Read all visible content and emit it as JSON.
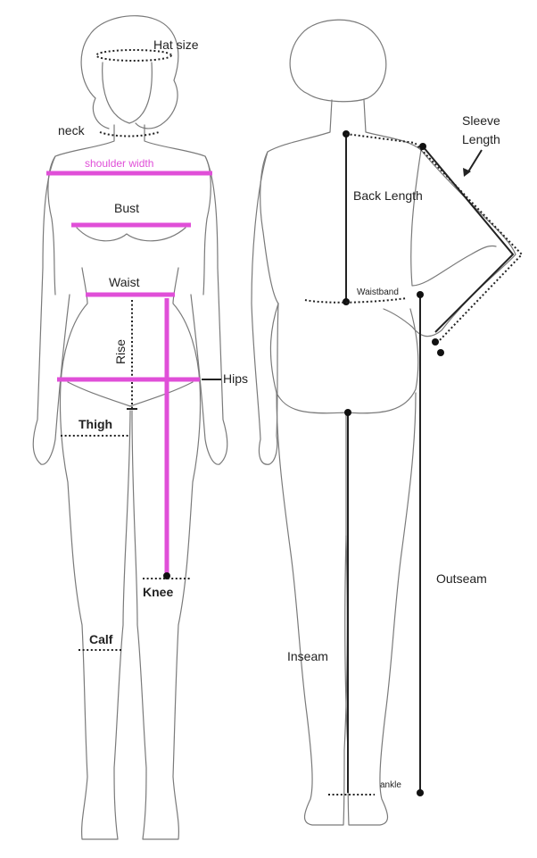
{
  "colors": {
    "accent": "#e04fd8",
    "line": "#222222",
    "outline": "#7a7a7a"
  },
  "labels": {
    "hat_size": "Hat size",
    "neck": "neck",
    "shoulder_width": "shoulder width",
    "bust": "Bust",
    "waist": "Waist",
    "rise": "Rise",
    "hips": "Hips",
    "thigh": "Thigh",
    "knee": "Knee",
    "calf": "Calf",
    "sleeve_length_1": "Sleeve",
    "sleeve_length_2": "Length",
    "back_length": "Back Length",
    "waistband": "Waistband",
    "outseam": "Outseam",
    "inseam": "Inseam",
    "ankle": "ankle"
  }
}
